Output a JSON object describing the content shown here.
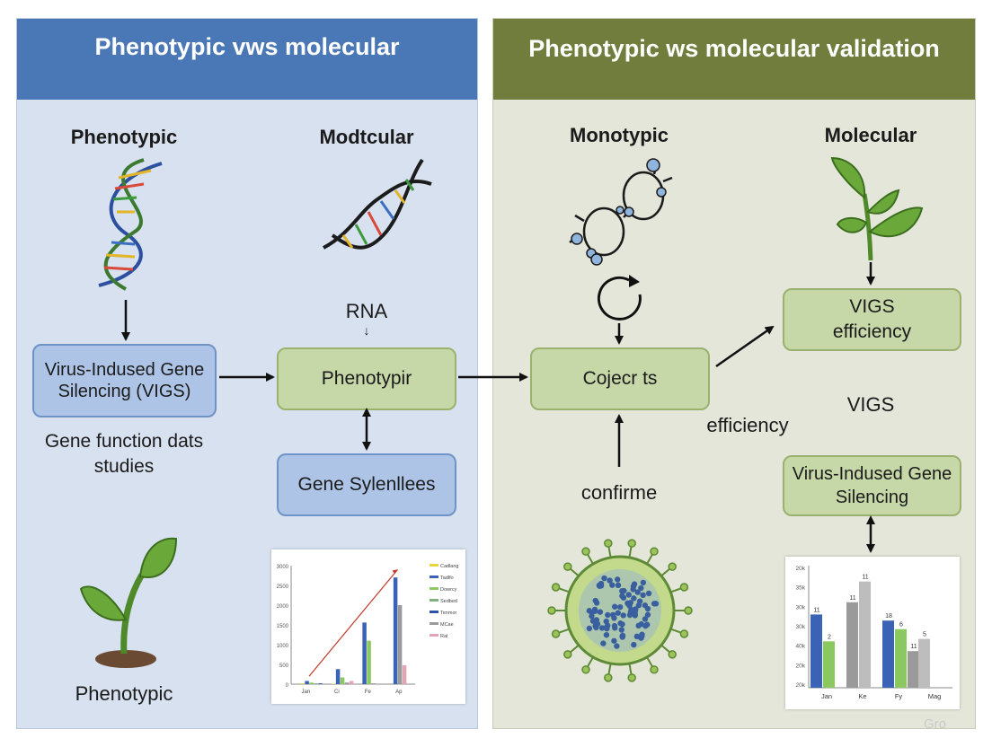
{
  "left": {
    "header": "Phenotypic vws molecular",
    "col1_title": "Phenotypic",
    "col2_title": "Modtcular",
    "rna_label": "RNA",
    "rna_arrow": "↓",
    "vigs_box": "Virus-Indused Gene Silencing (VIGS)",
    "gene_function": "Gene function dats studies",
    "phenotypir_box": "Phenotypir",
    "gene_silence_box": "Gene Sylenllees",
    "bottom_label": "Phenotypic"
  },
  "right": {
    "header": "Phenotypic ws molecular validation",
    "col1_title": "Monotypic",
    "col2_title": "Molecular",
    "collect_box": "Cojecr ts",
    "vigs_eff_box": "VIGS efficiency",
    "efficiency_label": "efficiency",
    "vigs_label": "VIGS",
    "confirme_label": "confirme",
    "vigs_box": "Virus-Indused Gene Silencing"
  },
  "watermark": "Gro",
  "colors": {
    "left_header": "#4a77b5",
    "right_header": "#707d3d",
    "blue_box": "#adc4e6",
    "green_box": "#c6d7a8"
  },
  "chart_data": [
    {
      "type": "bar",
      "categories": [
        "Jan",
        "Ci",
        "Fe",
        "Ap"
      ],
      "series": [
        {
          "name": "Cadlang",
          "color": "#e6d640",
          "values": [
            20,
            10,
            0,
            0
          ]
        },
        {
          "name": "Tadlfo",
          "color": "#3b63b5",
          "values": [
            80,
            380,
            1560,
            2700
          ]
        },
        {
          "name": "Dowrcy",
          "color": "#8cc860",
          "values": [
            40,
            170,
            1100,
            0
          ]
        },
        {
          "name": "Sedbed",
          "color": "#7fb27f",
          "values": [
            20,
            0,
            0,
            0
          ]
        },
        {
          "name": "Tenmor",
          "color": "#2d52a8",
          "values": [
            20,
            0,
            0,
            0
          ]
        },
        {
          "name": "MCae",
          "color": "#9a9a9a",
          "values": [
            0,
            40,
            20,
            2000
          ]
        },
        {
          "name": "Ral",
          "color": "#e3a5b6",
          "values": [
            0,
            80,
            0,
            480
          ]
        }
      ],
      "trend_label": "",
      "ytick_labels": [
        "0",
        "500",
        "1000",
        "1500",
        "2000",
        "2500",
        "3000"
      ],
      "ylim": [
        0,
        3000
      ],
      "title": "",
      "xlabel": "",
      "ylabel": ""
    },
    {
      "type": "bar",
      "categories": [
        "Jan",
        "Ke",
        "Fy",
        "Mag"
      ],
      "series": [
        {
          "name": "",
          "color": "#3b63b5",
          "values": [
            60,
            null,
            55,
            null
          ]
        },
        {
          "name": "",
          "color": "#8cc860",
          "values": [
            38,
            null,
            48,
            null
          ]
        },
        {
          "name": "",
          "color": "#9a9a9a",
          "values": [
            null,
            70,
            30,
            null
          ]
        },
        {
          "name": "",
          "color": "#bdbdbd",
          "values": [
            null,
            87,
            null,
            40
          ]
        }
      ],
      "data_labels": [
        "11",
        "2",
        "11",
        "11",
        "18",
        "6",
        "11",
        "5"
      ],
      "ytick_labels": [
        "20k",
        "35k",
        "30k",
        "30k",
        "40k",
        "20k",
        "20k"
      ],
      "ylim": [
        0,
        100
      ],
      "title": "",
      "xlabel": "",
      "ylabel": ""
    }
  ]
}
